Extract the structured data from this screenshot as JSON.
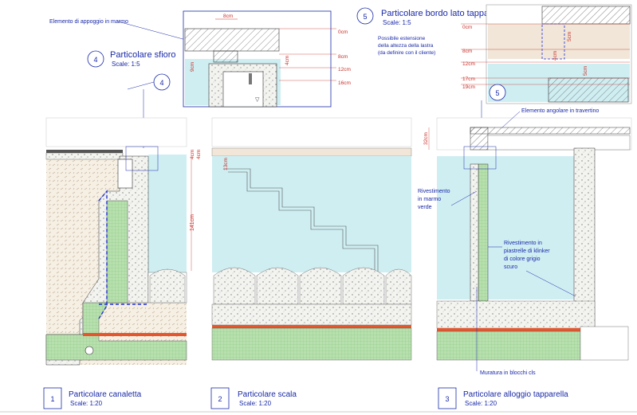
{
  "colors": {
    "water": "#cfeef2",
    "title_blue": "#1a2aa8",
    "dim_red": "#c8312a",
    "insulation_green": "#a9d9a0",
    "membrane_orange": "#e4572e",
    "dashed_blue": "#1f2fd6",
    "stone": "#f1e6d8"
  },
  "icons": [
    "detail-marker-icon",
    "hatch-pattern-icon",
    "drain-pipe-icon"
  ],
  "details": {
    "sfioro": {
      "number": "4",
      "title": "Particolare sfioro",
      "scale": "Scale: 1:5",
      "callout": "Elemento di appoggio in marmo",
      "dims": {
        "top": "8cm",
        "left": "9cm",
        "side": "4cm"
      },
      "levels": [
        "0cm",
        "8cm",
        "12cm",
        "16cm"
      ]
    },
    "bordo": {
      "number": "5",
      "title": "Particolare bordo lato tapparella",
      "scale": "Scale: 1:5",
      "note": [
        "Possibile estensione",
        "della altezza della lastra",
        "(da definire con il cliente)"
      ],
      "dims": {
        "a": "5cm",
        "b": "4cm",
        "c": "5cm"
      },
      "levels": [
        "0cm",
        "8cm",
        "12cm",
        "17cm",
        "19cm"
      ]
    }
  },
  "sections": {
    "canaletta": {
      "number": "1",
      "title": "Particolare canaletta",
      "scale": "Scale: 1:20",
      "marker": "4",
      "dims": {
        "a": "4cm",
        "b": "4cm",
        "depth": "141cm"
      }
    },
    "scala": {
      "number": "2",
      "title": "Particolare scala",
      "scale": "Scale: 1:20",
      "dims": {
        "step": "13cm"
      }
    },
    "tapparella": {
      "number": "3",
      "title": "Particolare alloggio tapparella",
      "scale": "Scale: 1:20",
      "marker": "5",
      "dims": {
        "height": "32cm"
      },
      "labels": {
        "travertino": "Elemento angolare in travertino",
        "marmo": [
          "Rivestimento",
          "in marmo",
          "verde"
        ],
        "klinker": [
          "Rivestimento in",
          "piastrelle di klinker",
          "di colore grigio",
          "scuro"
        ],
        "muratura": "Muratura in blocchi cls"
      }
    }
  }
}
